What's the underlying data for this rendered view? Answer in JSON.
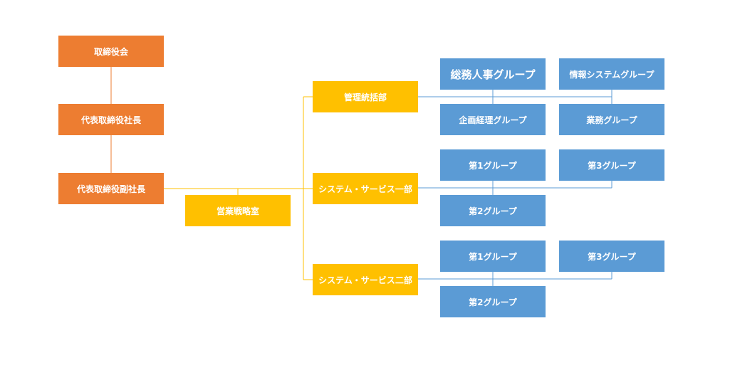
{
  "colors": {
    "executive": "#ED7D31",
    "division": "#FFC000",
    "group": "#5B9BD5",
    "executive_line": "#ED7D31",
    "division_line": "#FFC000",
    "group_line": "#5B9BD5"
  },
  "executives": {
    "board": "取締役会",
    "president": "代表取締役社長",
    "vice_president": "代表取締役副社長"
  },
  "strategy_office": "営業戦略室",
  "divisions": {
    "management": {
      "name": "管理統括部",
      "groups": [
        "総務人事グループ",
        "情報システムグループ",
        "企画経理グループ",
        "業務グループ"
      ]
    },
    "system_service_1": {
      "name": "システム・サービス一部",
      "groups": [
        "第1グループ",
        "第3グループ",
        "第2グループ"
      ]
    },
    "system_service_2": {
      "name": "システム・サービス二部",
      "groups": [
        "第1グループ",
        "第3グループ",
        "第2グループ"
      ]
    }
  }
}
